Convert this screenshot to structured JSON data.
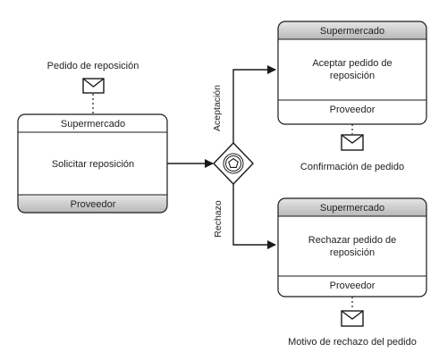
{
  "choreography_left": {
    "top_participant": "Supermercado",
    "task": "Solicitar reposición",
    "bottom_participant": "Proveedor",
    "message": "Pedido de reposición"
  },
  "gateway": {
    "type": "event-based",
    "upper_flow_label": "Aceptación",
    "lower_flow_label": "Rechazo"
  },
  "choreography_top_right": {
    "top_participant": "Supermercado",
    "task_line1": "Aceptar pedido de",
    "task_line2": "reposición",
    "bottom_participant": "Proveedor",
    "message": "Confirmación de pedido"
  },
  "choreography_bottom_right": {
    "top_participant": "Supermercado",
    "task_line1": "Rechazar pedido de",
    "task_line2": "reposición",
    "bottom_participant": "Proveedor",
    "message": "Motivo de rechazo del pedido"
  },
  "colors": {
    "stroke": "#1a1a1a",
    "participant_band": "#c8c8c8",
    "background": "#ffffff"
  }
}
